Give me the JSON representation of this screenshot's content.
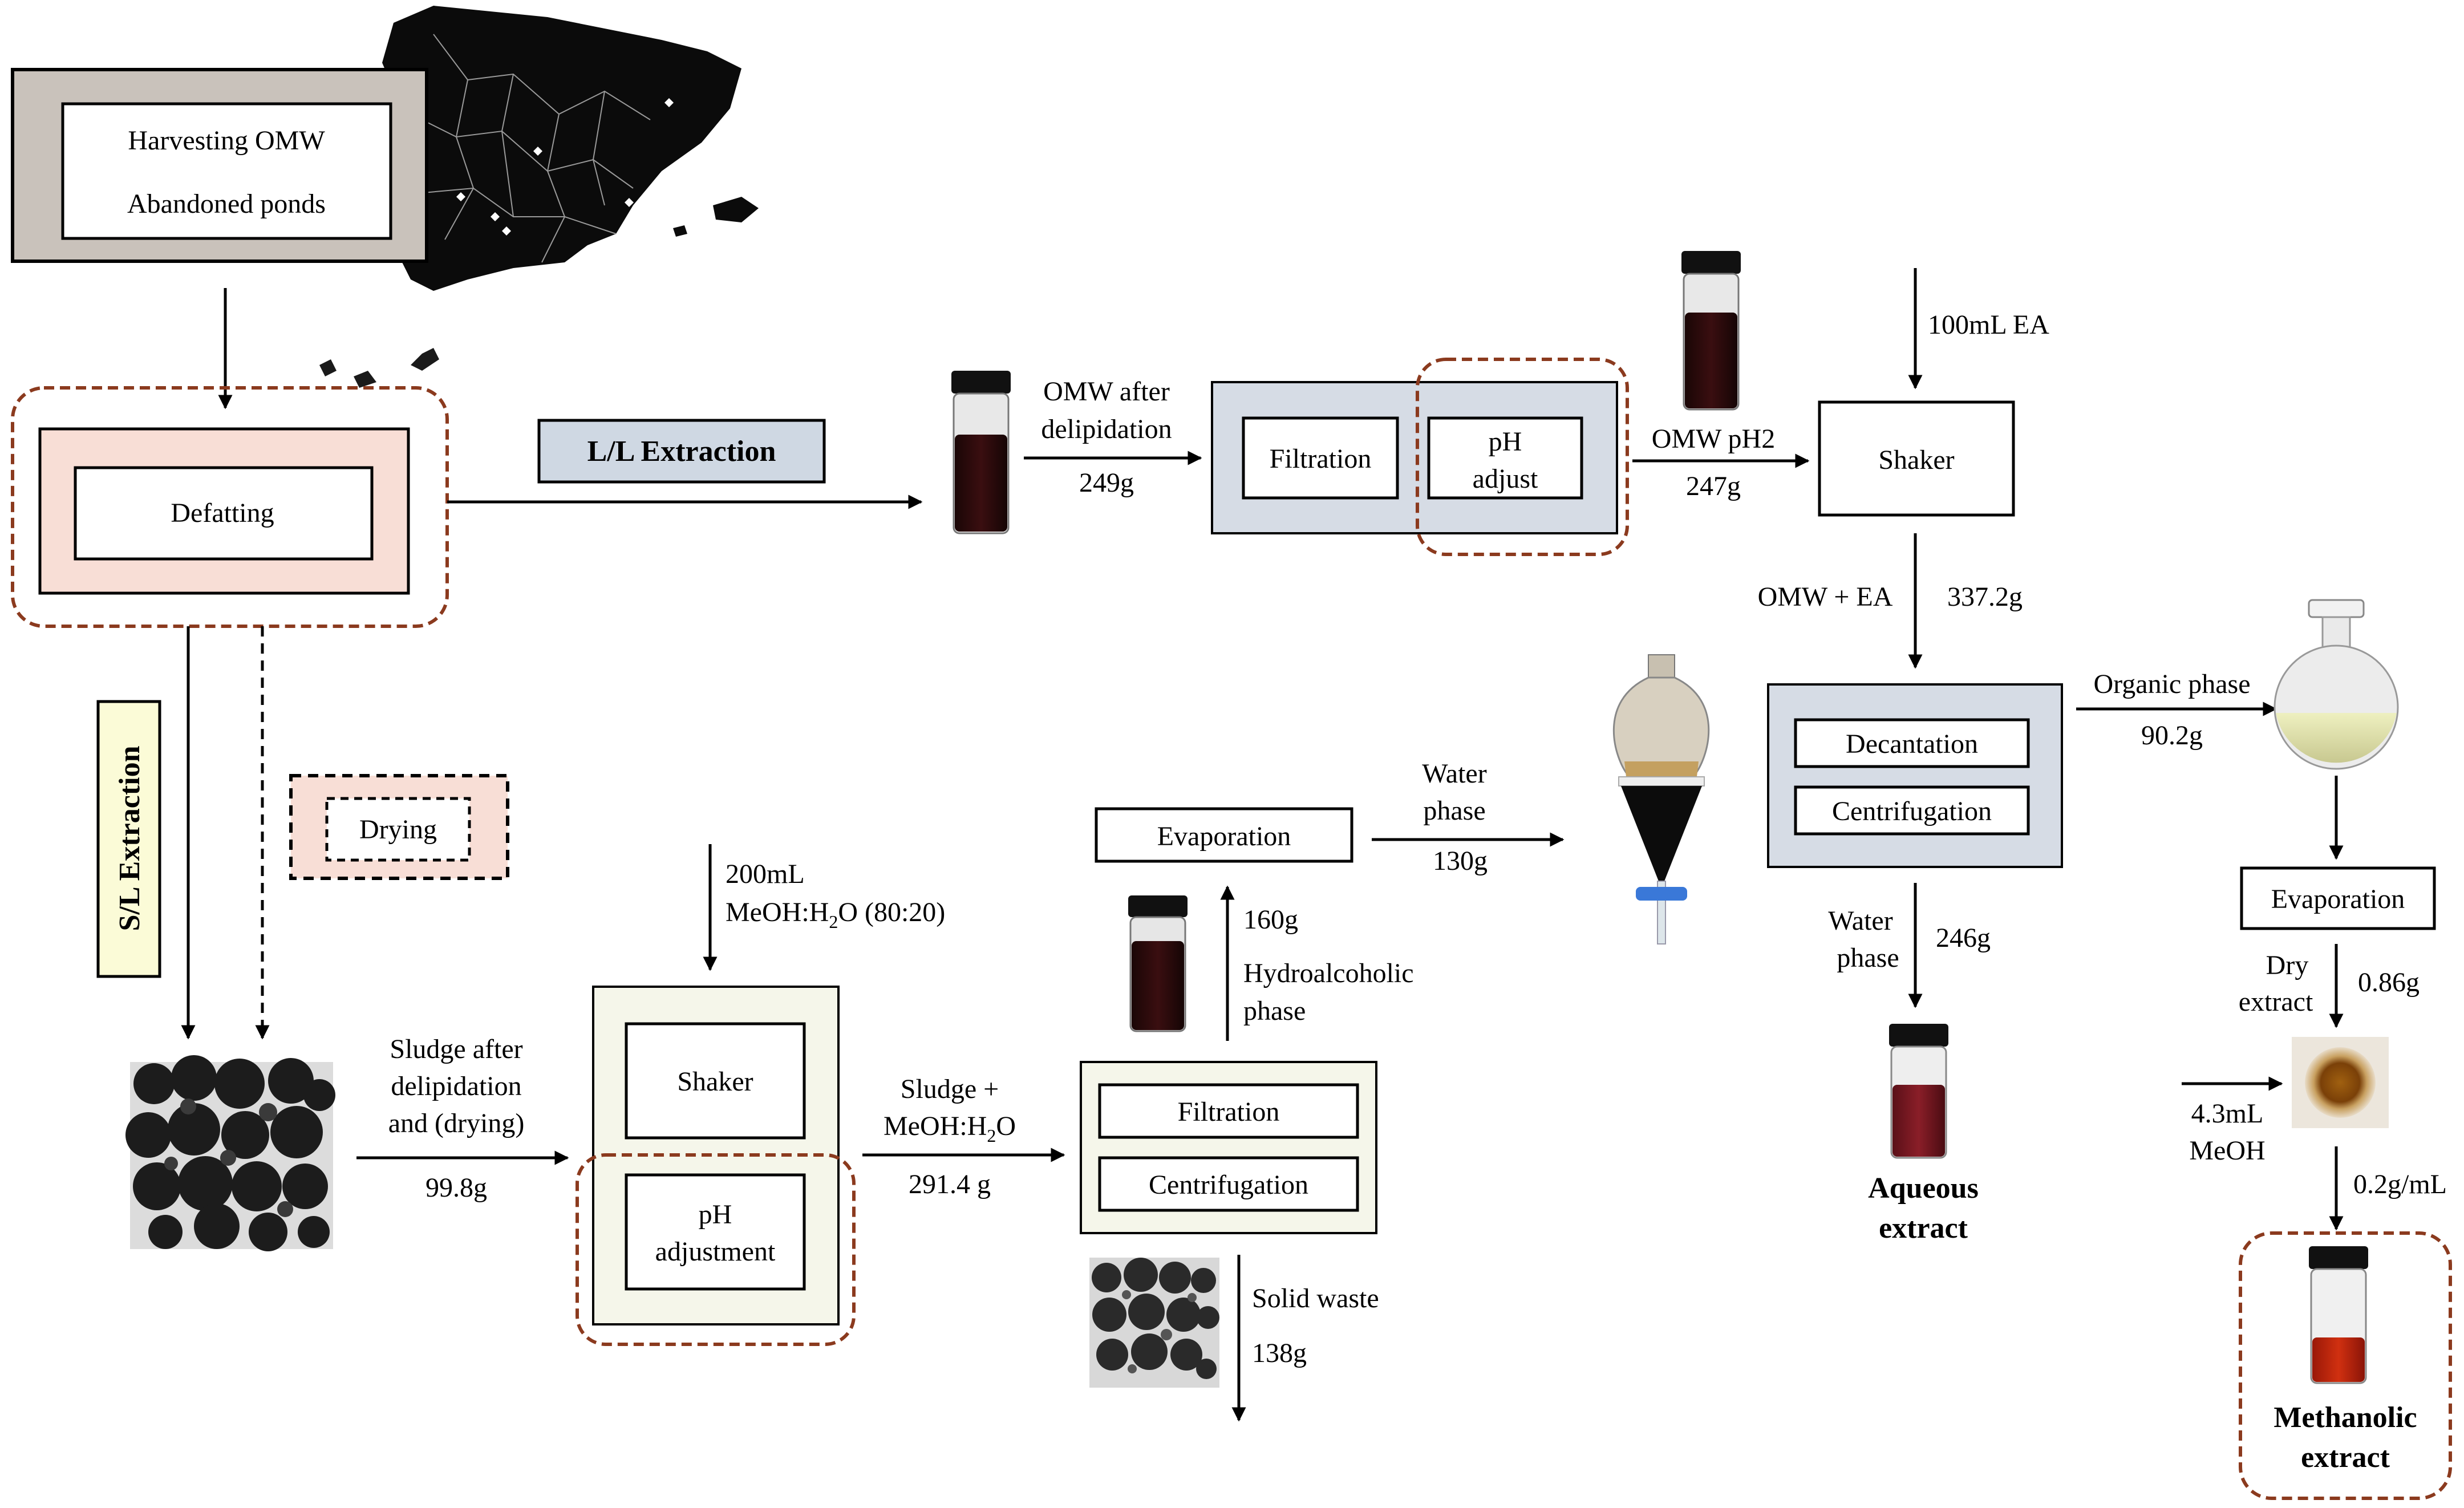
{
  "colors": {
    "accent_dashed": "#8b3a1e",
    "blue_box": "#d6dce5",
    "cream_box": "#f5f6ea",
    "pink_box": "#f8ded6",
    "grey_box": "#c9c2bb",
    "ll_label_box": "#cfd8e3",
    "sl_label_box": "#fbfbd7"
  },
  "icons": {
    "map": "spain-map-icon",
    "vial": "vial-icon",
    "funnel": "separatory-funnel-icon",
    "flask": "round-flask-icon",
    "sludge": "sludge-photo-icon",
    "waste": "solid-waste-photo-icon",
    "dish": "dry-extract-dish-icon"
  },
  "harvest": {
    "line1": "Harvesting OMW",
    "line2": "Abandoned ponds"
  },
  "defatting": "Defatting",
  "drying": "Drying",
  "ll_extraction": "L/L Extraction",
  "sl_extraction": "S/L Extraction",
  "ll": {
    "omw_after_l1": "OMW after",
    "omw_after_l2": "delipidation",
    "omw_after_mass": "249g",
    "filtration": "Filtration",
    "ph_l1": "pH",
    "ph_l2": "adjust",
    "omw_ph2": "OMW pH2",
    "omw_ph2_mass": "247g",
    "ea_in": "100mL EA",
    "shaker": "Shaker",
    "omw_ea": "OMW + EA",
    "omw_ea_mass": "337.2g",
    "decantation": "Decantation",
    "centrifugation": "Centrifugation",
    "organic_phase": "Organic phase",
    "organic_mass": "90.2g",
    "water_phase_l1": "Water",
    "water_phase_l2": "phase",
    "water_phase_mass": "246g",
    "aqueous_l1": "Aqueous",
    "aqueous_l2": "extract",
    "evaporation": "Evaporation",
    "dry_l1": "Dry",
    "dry_l2": "extract",
    "dry_mass": "0.86g",
    "meoh_l1": "4.3mL",
    "meoh_l2": "MeOH",
    "conc": "0.2g/mL",
    "methanolic_l1": "Methanolic",
    "methanolic_l2": "extract"
  },
  "sl": {
    "sludge_l1": "Sludge after",
    "sludge_l2": "delipidation",
    "sludge_l3": "and (drying)",
    "sludge_mass": "99.8g",
    "solvent_l1": "200mL",
    "solvent_l2a": "MeOH:H",
    "solvent_l2sub": "2",
    "solvent_l2b": "O (80:20)",
    "shaker": "Shaker",
    "ph_l1": "pH",
    "ph_l2": "adjustment",
    "mix_l1": "Sludge +",
    "mix_l2a": "MeOH:H",
    "mix_l2sub": "2",
    "mix_l2b": "O",
    "mix_mass": "291.4 g",
    "filtration": "Filtration",
    "centrifugation": "Centrifugation",
    "solid_waste": "Solid waste",
    "solid_mass": "138g",
    "hydro_mass": "160g",
    "hydro_l1": "Hydroalcoholic",
    "hydro_l2": "phase",
    "evaporation": "Evaporation",
    "water_l1": "Water",
    "water_l2": "phase",
    "water_mass": "130g"
  }
}
